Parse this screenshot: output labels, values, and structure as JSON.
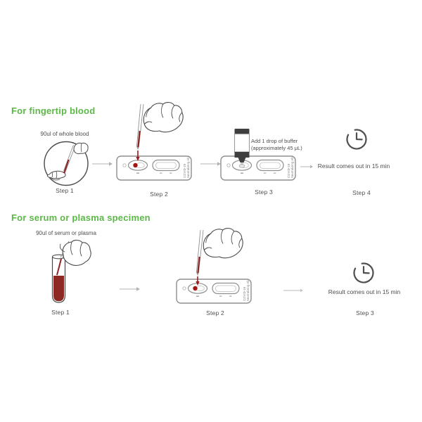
{
  "colors": {
    "accent_green": "#5bb847",
    "blood_red": "#8e2420",
    "drop_red": "#9c1b1e",
    "text_gray": "#4f4f4f",
    "outline_gray": "#8f8f8f"
  },
  "cassette": {
    "label_line1": "COVID-19",
    "label_line2": "Neutralizing Ab"
  },
  "section_fingertip": {
    "heading": "For fingertip blood",
    "sample_label": "90ul of whole blood",
    "steps": [
      {
        "label": "Step 1"
      },
      {
        "label": "Step 2"
      },
      {
        "label": "Step 3",
        "note_line1": "Add 1 drop of buffer",
        "note_line2": "(approximately 45 μL)"
      },
      {
        "label": "Step 4",
        "result": "Result comes out in 15 min"
      }
    ]
  },
  "section_serum": {
    "heading": "For serum or plasma specimen",
    "sample_label": "90ul of serum or plasma",
    "steps": [
      {
        "label": "Step 1"
      },
      {
        "label": "Step 2"
      },
      {
        "label": "Step 3",
        "result": "Result comes out in 15 min"
      }
    ]
  }
}
